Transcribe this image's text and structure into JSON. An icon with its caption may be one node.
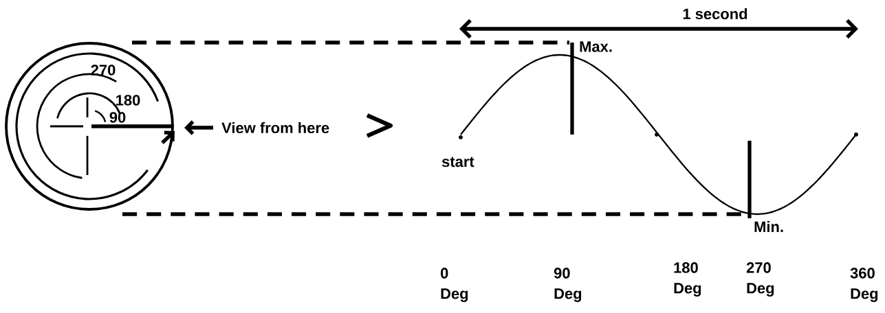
{
  "diagram": {
    "labels": [
      "1 second",
      "270",
      "Max.",
      "180",
      "90",
      "View from here",
      "start",
      "Min.",
      "0 Deg",
      "90 Deg",
      "180 Deg",
      "270 Deg",
      "360 Deg"
    ]
  }
}
